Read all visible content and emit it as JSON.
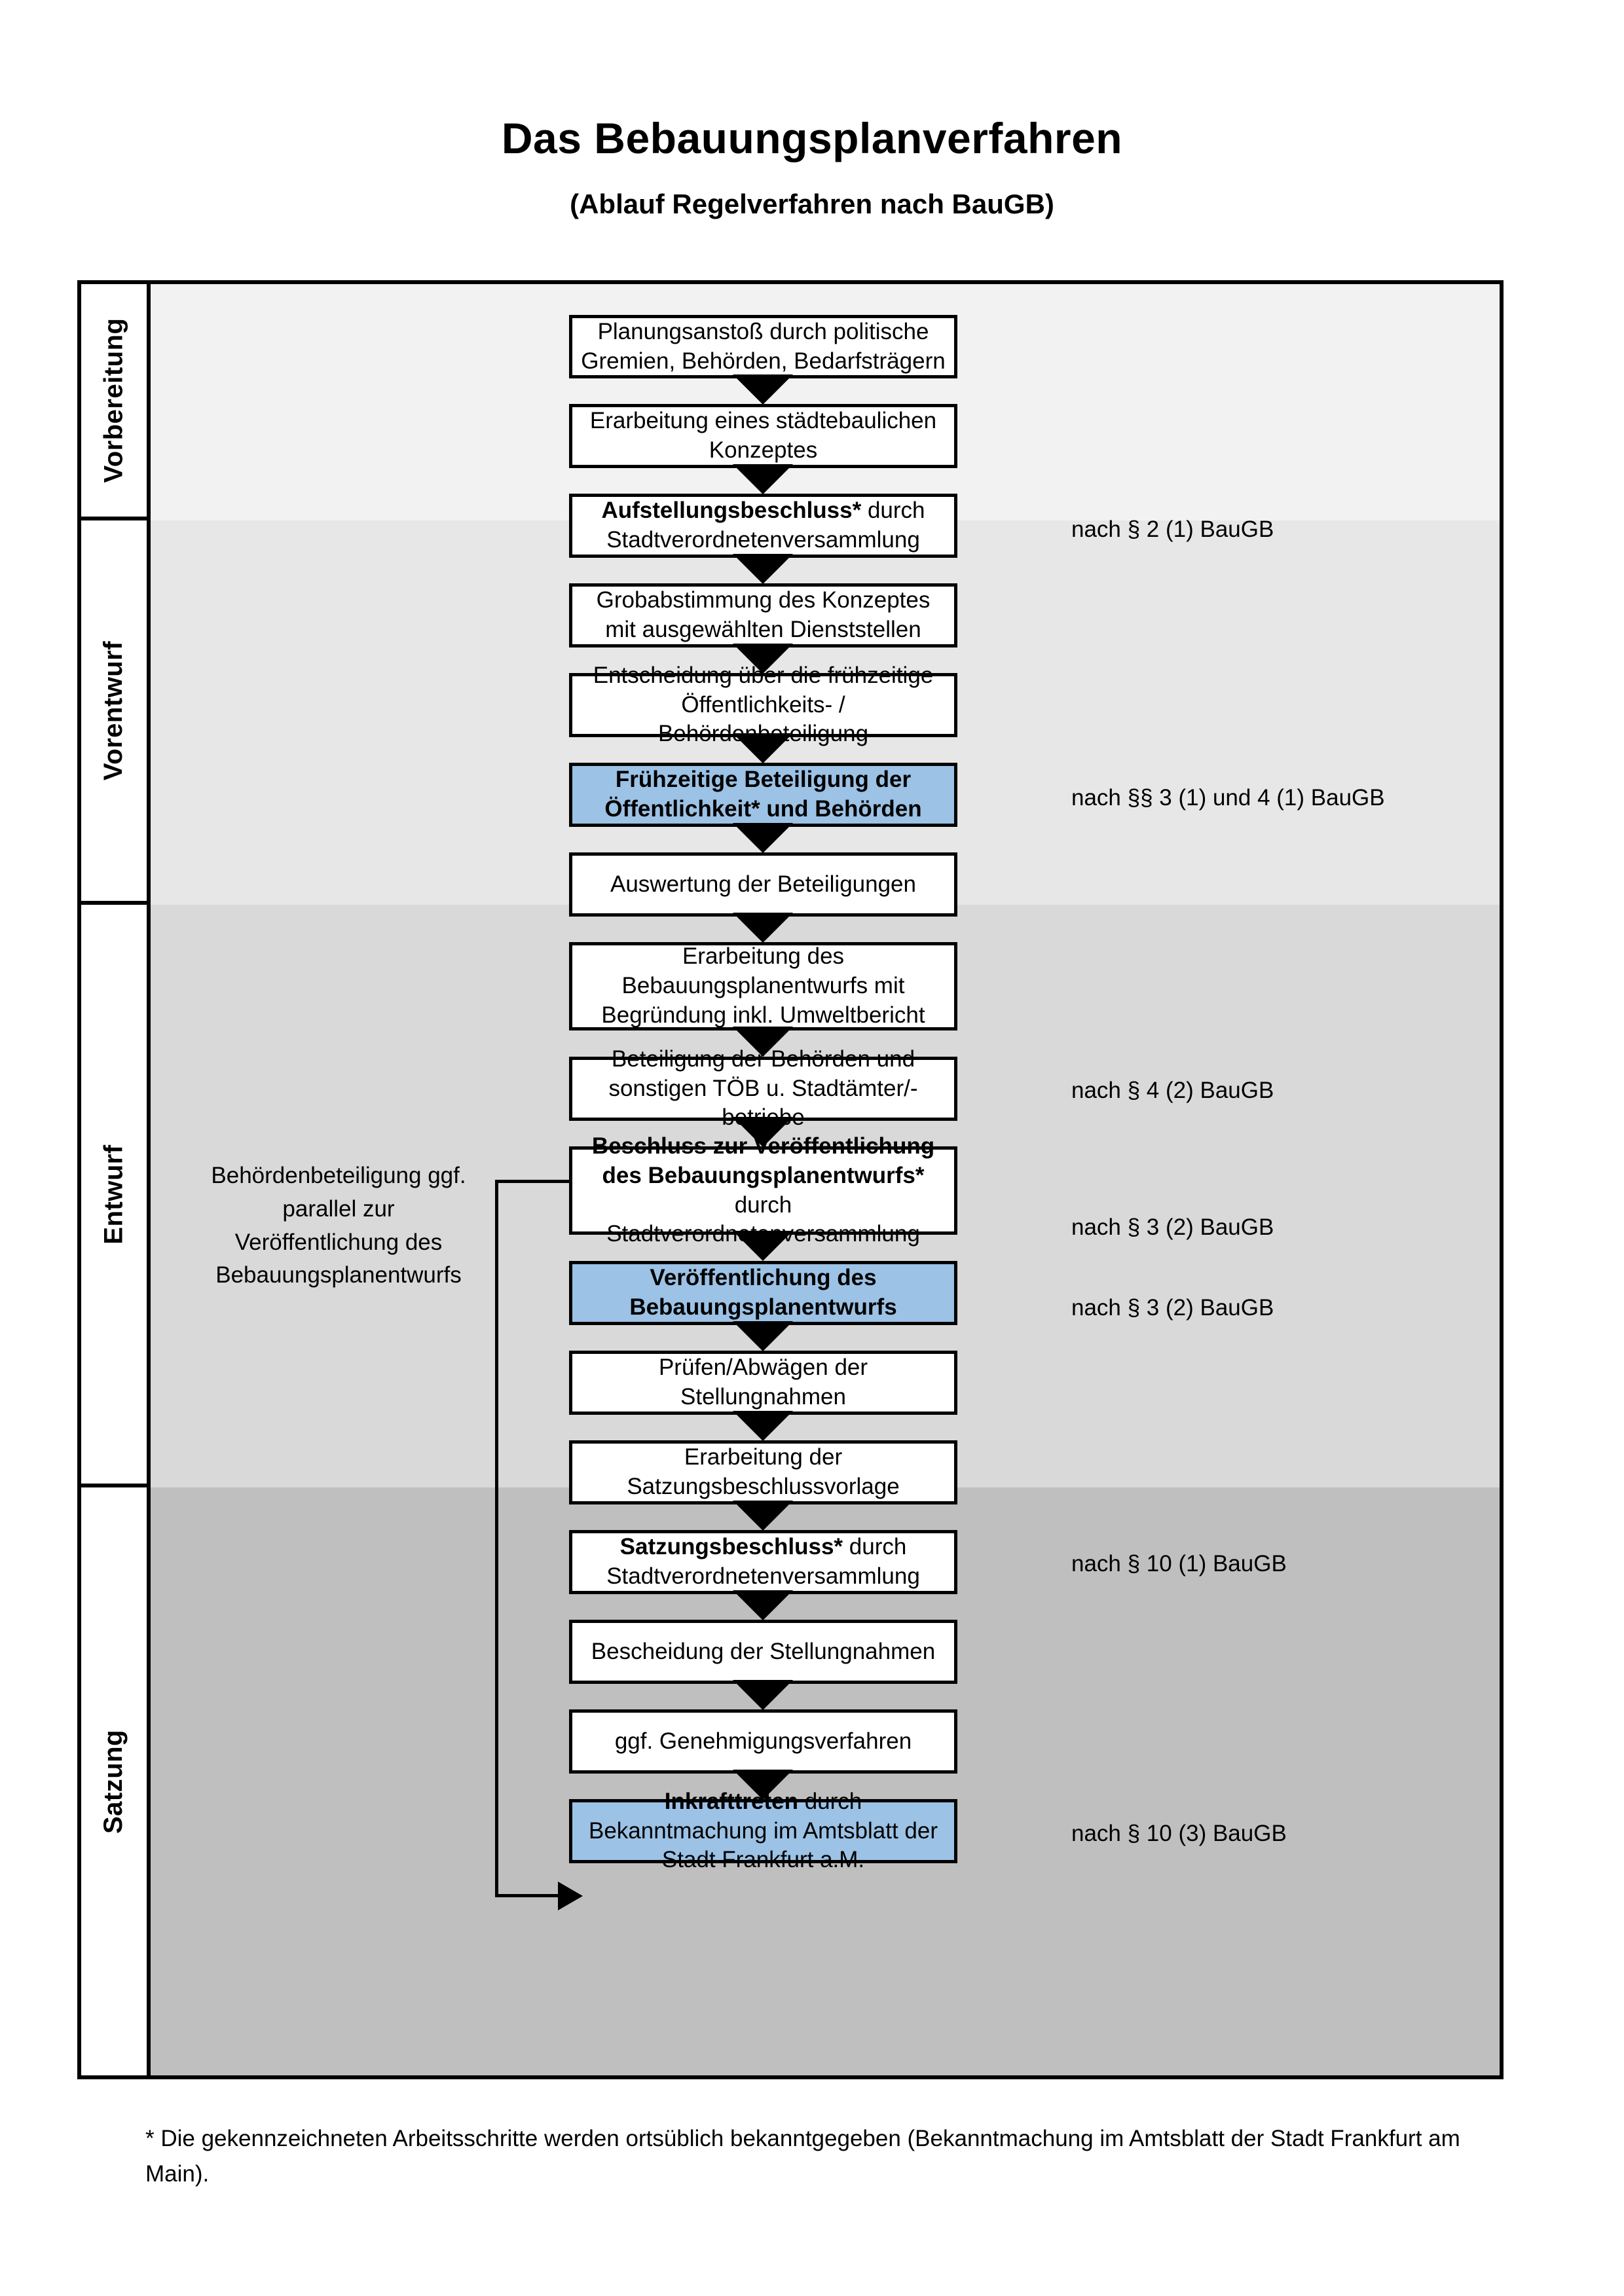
{
  "header": {
    "title": "Das Bebauungsplanverfahren",
    "subtitle": "(Ablauf Regelverfahren nach BauGB)"
  },
  "colors": {
    "highlight_blue": "#9CC2E5",
    "band_1": "#F2F2F2",
    "band_2": "#E7E7E7",
    "band_3": "#D9D9D9",
    "band_4": "#BFBFBF",
    "outline": "#000000"
  },
  "phases": [
    {
      "label": "Vorbereitung",
      "band_color": "#F2F2F2"
    },
    {
      "label": "Vorentwurf",
      "band_color": "#E7E7E7"
    },
    {
      "label": "Entwurf",
      "band_color": "#D9D9D9"
    },
    {
      "label": "Satzung",
      "band_color": "#BFBFBF"
    }
  ],
  "steps": [
    {
      "id": "s1",
      "phase": "Vorbereitung",
      "bold": "",
      "text": "Planungsanstoß durch politische Gremien, Behörden, Bedarfsträgern",
      "highlight": false
    },
    {
      "id": "s2",
      "phase": "Vorbereitung",
      "bold": "",
      "text": "Erarbeitung eines städtebaulichen Konzeptes",
      "highlight": false
    },
    {
      "id": "s3",
      "phase": "Vorbereitung",
      "bold": "Aufstellungsbeschluss*",
      "text": " durch Stadtverordnetenversammlung",
      "highlight": false
    },
    {
      "id": "s4",
      "phase": "Vorentwurf",
      "bold": "",
      "text": "Grobabstimmung des Konzeptes mit ausgewählten Dienststellen",
      "highlight": false
    },
    {
      "id": "s5",
      "phase": "Vorentwurf",
      "bold": "",
      "text": "Entscheidung über die frühzeitige Öffentlichkeits- / Behördenbeteiligung",
      "highlight": false
    },
    {
      "id": "s6",
      "phase": "Vorentwurf",
      "bold": "Frühzeitige Beteiligung der Öffentlichkeit* und Behörden",
      "text": "",
      "highlight": true
    },
    {
      "id": "s7",
      "phase": "Entwurf",
      "bold": "",
      "text": "Auswertung der Beteiligungen",
      "highlight": false
    },
    {
      "id": "s8",
      "phase": "Entwurf",
      "bold": "",
      "text": "Erarbeitung des Bebauungsplanentwurfs mit Begründung inkl. Umweltbericht",
      "highlight": false
    },
    {
      "id": "s9",
      "phase": "Entwurf",
      "bold": "",
      "text": "Beteiligung der Behörden und sonstigen TÖB u. Stadtämter/-betriebe",
      "highlight": false
    },
    {
      "id": "s10",
      "phase": "Entwurf",
      "bold": "Beschluss zur Veröffentlichung des Bebauungsplanentwurfs*",
      "text": " durch Stadtverordnetenversammlung",
      "highlight": false
    },
    {
      "id": "s11",
      "phase": "Entwurf",
      "bold": "Veröffentlichung des Bebauungsplanentwurfs",
      "text": "",
      "highlight": true
    },
    {
      "id": "s12",
      "phase": "Satzung",
      "bold": "",
      "text": "Prüfen/Abwägen der Stellungnahmen",
      "highlight": false
    },
    {
      "id": "s13",
      "phase": "Satzung",
      "bold": "",
      "text": "Erarbeitung der Satzungsbeschlussvorlage",
      "highlight": false
    },
    {
      "id": "s14",
      "phase": "Satzung",
      "bold": "Satzungsbeschluss*",
      "text": " durch Stadtverordnetenversammlung",
      "highlight": false
    },
    {
      "id": "s15",
      "phase": "Satzung",
      "bold": "",
      "text": "Bescheidung der Stellungnahmen",
      "highlight": false
    },
    {
      "id": "s16",
      "phase": "Satzung",
      "bold": "",
      "text": "ggf. Genehmigungsverfahren",
      "highlight": false
    },
    {
      "id": "s17",
      "phase": "Satzung",
      "bold": "Inkrafttreten",
      "text": " durch Bekanntmachung im Amtsblatt der Stadt Frankfurt a.M.",
      "highlight": true
    }
  ],
  "legal_notes": [
    {
      "id": "n1",
      "text": "nach § 2 (1) BauGB",
      "for_step": "s3"
    },
    {
      "id": "n2",
      "text": "nach §§ 3 (1) und 4 (1) BauGB",
      "for_step": "s6"
    },
    {
      "id": "n3",
      "text": "nach § 4 (2) BauGB",
      "for_step": "s9"
    },
    {
      "id": "n4",
      "text": "nach § 3 (2) BauGB",
      "for_step": "s10"
    },
    {
      "id": "n5",
      "text": "nach § 3 (2) BauGB",
      "for_step": "s11"
    },
    {
      "id": "n6",
      "text": "nach § 10 (1) BauGB",
      "for_step": "s14"
    },
    {
      "id": "n7",
      "text": "nach § 10 (3) BauGB",
      "for_step": "s17"
    }
  ],
  "side_annotation": {
    "text": "Behördenbeteiligung ggf. parallel zur Veröffentlichung des Bebauungsplanentwurfs"
  },
  "footnote": {
    "text": "* Die gekennzeichneten Arbeitsschritte werden ortsüblich bekanntgegeben (Bekanntmachung im Amtsblatt  der Stadt Frankfurt am Main)."
  }
}
